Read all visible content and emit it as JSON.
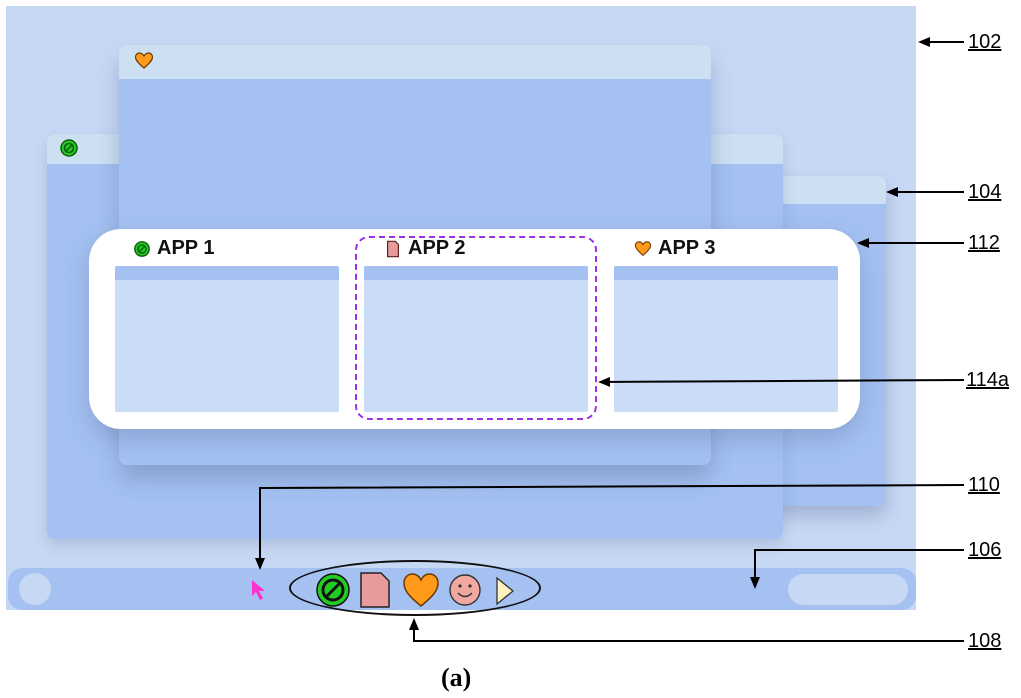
{
  "switcher": {
    "apps": [
      {
        "label": "APP 1",
        "icon": "green-no-symbol-icon"
      },
      {
        "label": "APP 2",
        "icon": "pink-document-icon"
      },
      {
        "label": "APP 3",
        "icon": "orange-heart-icon"
      }
    ],
    "focused_index": 1
  },
  "dock": {
    "icons": [
      "green-no-symbol-icon",
      "pink-document-icon",
      "orange-heart-icon",
      "smiley-face-icon",
      "play-triangle-icon"
    ]
  },
  "reference_labels": {
    "desktop": "102",
    "window": "104",
    "switcher": "112",
    "focused_tile": "114a",
    "cursor": "110",
    "taskbar": "106",
    "dock": "108"
  },
  "caption": "(a)",
  "colors": {
    "desktop": "#c7d8f5",
    "window_body": "#a4c1f2",
    "titlebar": "#cde0f1",
    "focus_outline": "#9b30e6",
    "cursor": "#ff33cc",
    "heart": "#ff9a1a",
    "no_symbol": "#22cc22",
    "document": "#e89b9b"
  }
}
